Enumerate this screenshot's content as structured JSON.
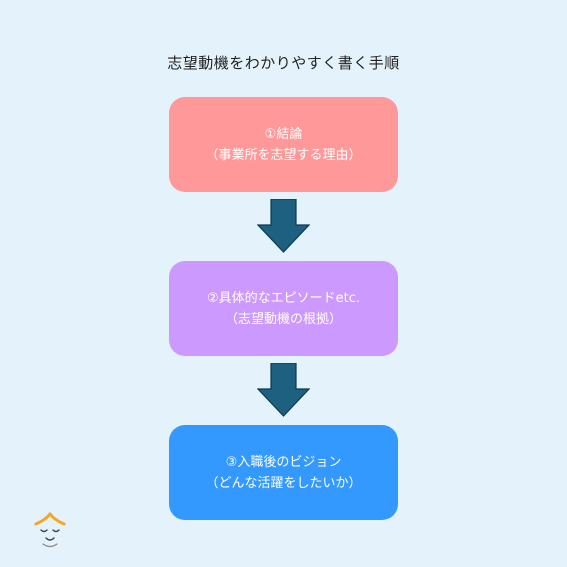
{
  "title": "志望動機をわかりやすく書く手順",
  "steps": [
    {
      "line1": "①結論",
      "line2": "（事業所を志望する理由）",
      "color": "#ff9999"
    },
    {
      "line1": "②具体的なエピソードetc.",
      "line2": "（志望動機の根拠）",
      "color": "#cc99ff"
    },
    {
      "line1": "③入職後のビジョン",
      "line2": "（どんな活躍をしたいか）",
      "color": "#3399ff"
    }
  ],
  "arrow_color": "#1d6080",
  "icons": {
    "arrow": "down-arrow-icon",
    "mascot": "mascot-face-icon"
  }
}
